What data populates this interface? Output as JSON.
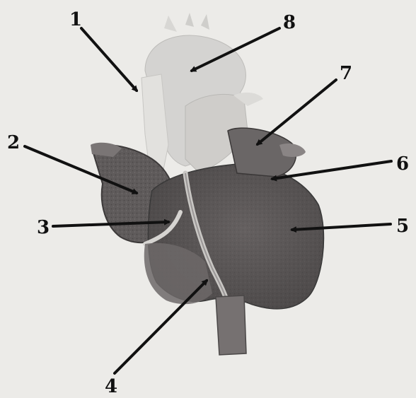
{
  "labels": [
    {
      "id": "1",
      "text": "1"
    },
    {
      "id": "2",
      "text": "2"
    },
    {
      "id": "3",
      "text": "3"
    },
    {
      "id": "4",
      "text": "4"
    },
    {
      "id": "5",
      "text": "5"
    },
    {
      "id": "6",
      "text": "6"
    },
    {
      "id": "7",
      "text": "7"
    },
    {
      "id": "8",
      "text": "8"
    }
  ],
  "colors": {
    "background": "#ecebe8",
    "tissue_dark": "#5f5b5b",
    "tissue_mid": "#8a8585",
    "vessel_light": "#d4d3d1",
    "arrow": "#111111"
  }
}
